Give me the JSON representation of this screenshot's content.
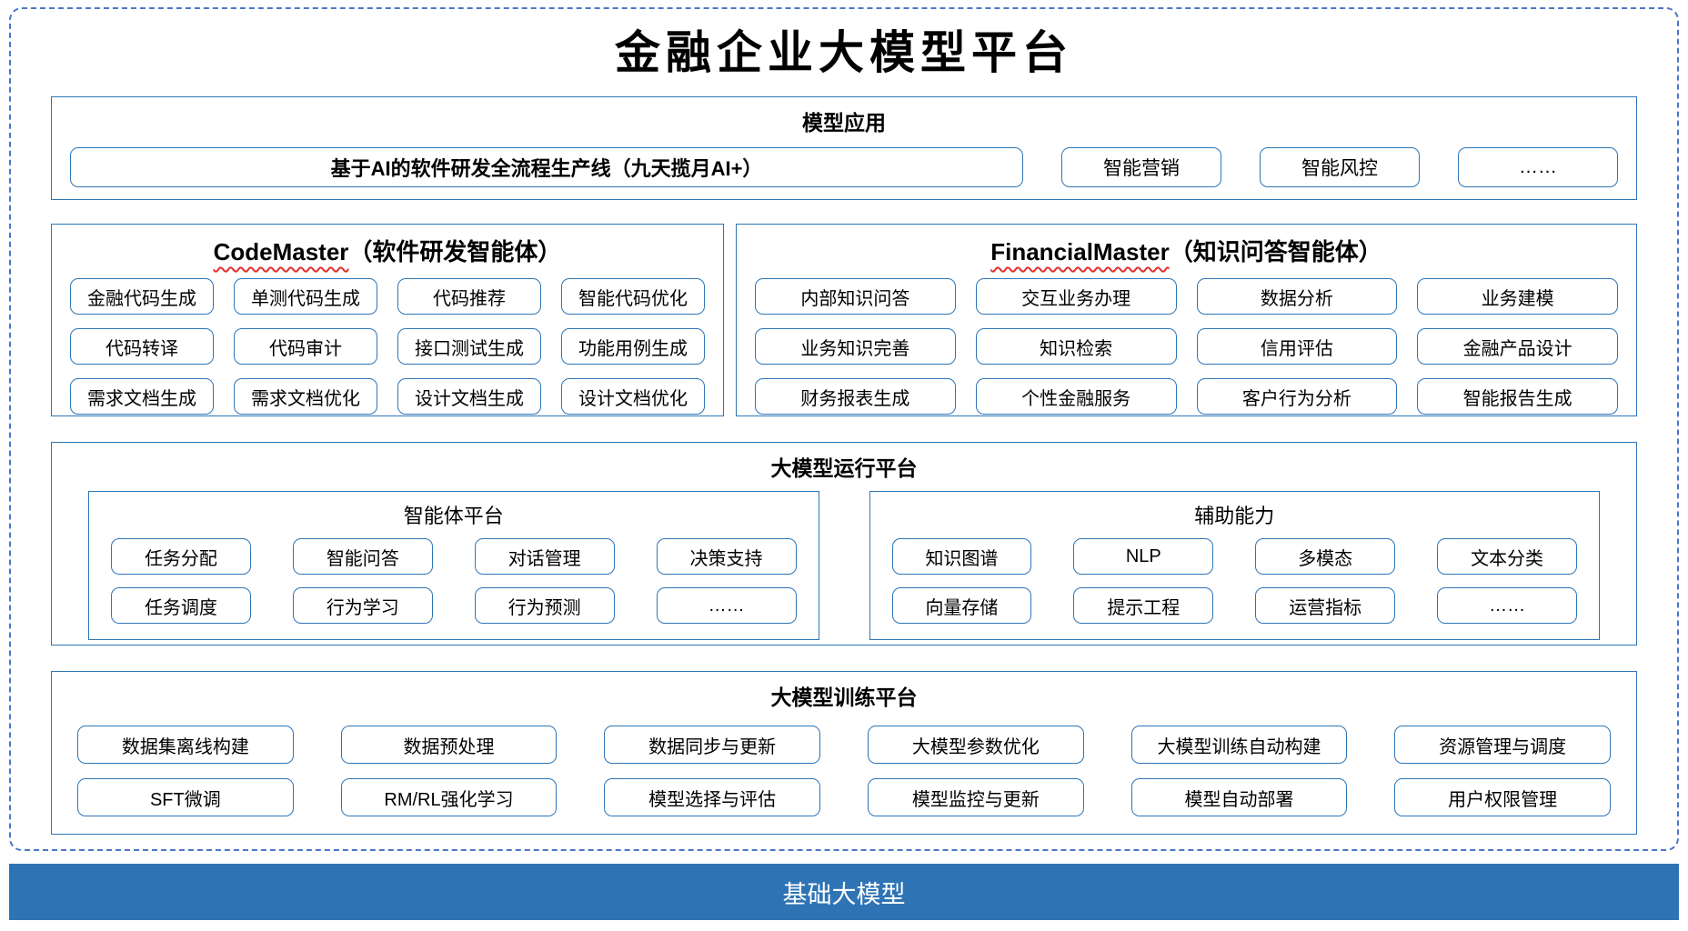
{
  "title": "金融企业大模型平台",
  "colors": {
    "box_border_blue": "#2E75B6",
    "frame_dashed_blue": "#4A77C9",
    "base_bar_blue": "#2E74B5",
    "spellcheck_red": "#E0302D"
  },
  "sections": {
    "model_app": {
      "header": "模型应用",
      "pipeline_item": "基于AI的软件研发全流程生产线（九天揽月AI+）",
      "items": [
        "智能营销",
        "智能风控",
        "……"
      ]
    },
    "code_master": {
      "header_en": "CodeMaster",
      "header_zh": "（软件研发智能体）",
      "items": [
        "金融代码生成",
        "单测代码生成",
        "代码推荐",
        "智能代码优化",
        "代码转译",
        "代码审计",
        "接口测试生成",
        "功能用例生成",
        "需求文档生成",
        "需求文档优化",
        "设计文档生成",
        "设计文档优化"
      ]
    },
    "financial_master": {
      "header_en": "FinancialMaster",
      "header_zh": "（知识问答智能体）",
      "items": [
        "内部知识问答",
        "交互业务办理",
        "数据分析",
        "业务建模",
        "业务知识完善",
        "知识检索",
        "信用评估",
        "金融产品设计",
        "财务报表生成",
        "个性金融服务",
        "客户行为分析",
        "智能报告生成"
      ]
    },
    "runtime": {
      "header": "大模型运行平台",
      "agent_platform": {
        "header": "智能体平台",
        "items": [
          "任务分配",
          "智能问答",
          "对话管理",
          "决策支持",
          "任务调度",
          "行为学习",
          "行为预测",
          "……"
        ]
      },
      "aux_capability": {
        "header": "辅助能力",
        "items": [
          "知识图谱",
          "NLP",
          "多模态",
          "文本分类",
          "向量存储",
          "提示工程",
          "运营指标",
          "……"
        ]
      }
    },
    "training": {
      "header": "大模型训练平台",
      "items": [
        "数据集离线构建",
        "数据预处理",
        "数据同步与更新",
        "大模型参数优化",
        "大模型训练自动构建",
        "资源管理与调度",
        "SFT微调",
        "RM/RL强化学习",
        "模型选择与评估",
        "模型监控与更新",
        "模型自动部署",
        "用户权限管理"
      ]
    },
    "base_model": {
      "label": "基础大模型"
    }
  }
}
